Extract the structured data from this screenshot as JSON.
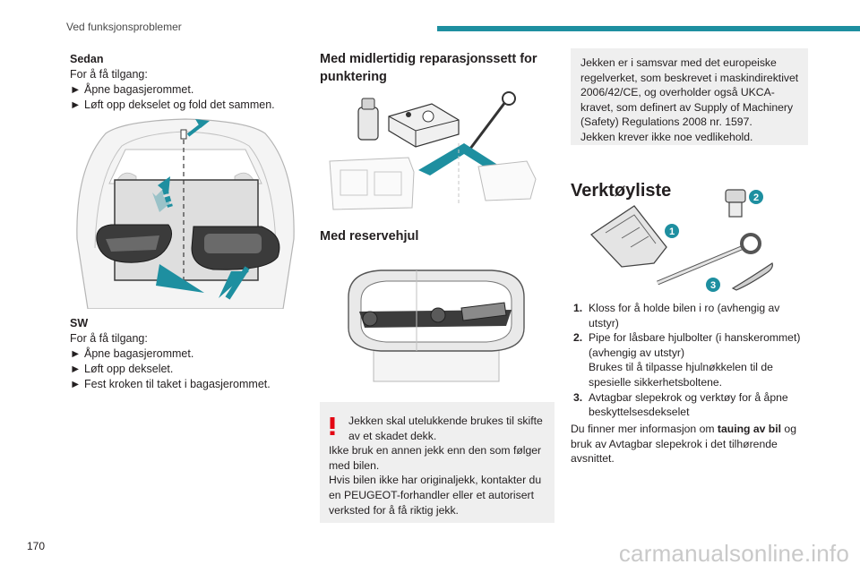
{
  "header": {
    "title": "Ved funksjonsproblemer",
    "accent_color": "#1e8fa0"
  },
  "page_number": "170",
  "watermark": "carmanualsonline.info",
  "sedan": {
    "heading": "Sedan",
    "intro": "For å få tilgang:",
    "steps": [
      "Åpne bagasjerommet.",
      "Løft opp dekselet og fold det sammen."
    ]
  },
  "sw": {
    "heading": "SW",
    "intro": "For å få tilgang:",
    "steps": [
      "Åpne bagasjerommet.",
      "Løft opp dekselet.",
      "Fest kroken til taket i bagasjerommet."
    ]
  },
  "step_marker": "►",
  "repair_kit": {
    "heading": "Med midlertidig reparasjonssett for punktering"
  },
  "spare_wheel": {
    "heading": "Med reservehjul"
  },
  "warning": {
    "icon": "exclamation-icon",
    "icon_color": "#e30613",
    "text_1": "Jekken skal utelukkende brukes til skifte av et skadet dekk.",
    "text_2": "Ikke bruk en annen jekk enn den som følger med bilen.",
    "text_3": "Hvis bilen ikke har originaljekk, kontakter du en PEUGEOT-forhandler eller et autorisert verksted for å få riktig jekk."
  },
  "info": {
    "text_1": "Jekken er i samsvar med det europeiske regelverket, som beskrevet i maskindirektivet 2006/42/CE, og overholder også UKCA-kravet, som definert av Supply of Machinery (Safety) Regulations 2008 nr. 1597.",
    "text_2": "Jekken krever ikke noe vedlikehold."
  },
  "tool_list": {
    "heading": "Verktøyliste",
    "callouts": [
      "1",
      "2",
      "3"
    ],
    "callout_color": "#1e8fa0",
    "items": [
      {
        "num": "1.",
        "lines": [
          "Kloss for å holde bilen i ro (avhengig av utstyr)"
        ]
      },
      {
        "num": "2.",
        "lines": [
          "Pipe for låsbare hjulbolter (i hanskerommet) (avhengig av utstyr)",
          "Brukes til å tilpasse hjulnøkkelen til de spesielle sikkerhetsboltene."
        ]
      },
      {
        "num": "3.",
        "lines": [
          "Avtagbar slepekrok og verktøy for å åpne beskyttelsesdekselet"
        ]
      }
    ],
    "outro_before": "Du finner mer informasjon om ",
    "outro_bold": "tauing av bil",
    "outro_after": " og bruk av Avtagbar slepekrok i det tilhørende avsnittet."
  }
}
